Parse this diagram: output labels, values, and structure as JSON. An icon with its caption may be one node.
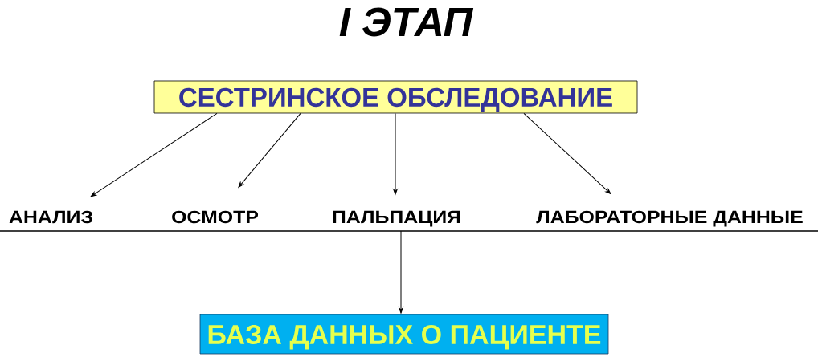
{
  "diagram": {
    "title": "I ЭТАП",
    "nodes": [
      {
        "text": [
          "СЕСТРИНСКОЕ ОБСЛЕДОВАНИЕ"
        ]
      },
      {
        "text": [
          "АНАЛИЗ"
        ]
      },
      {
        "text": [
          "ОСМОТР"
        ]
      },
      {
        "text": [
          "ПАЛЬПАЦИЯ"
        ]
      },
      {
        "text": [
          "ЛАБОРАТОРНЫЕ ДАННЫЕ"
        ]
      },
      {
        "text": [],
        "shape": "bar"
      },
      {
        "text": [
          "БАЗА ДАННЫХ О ПАЦИЕНТЕ"
        ]
      }
    ],
    "edges": [
      {
        "from": 0,
        "to": 1,
        "arrow": "to"
      },
      {
        "from": 0,
        "to": 2,
        "arrow": "to"
      },
      {
        "from": 0,
        "to": 3,
        "arrow": "to"
      },
      {
        "from": 0,
        "to": 4,
        "arrow": "to"
      },
      {
        "from": 5,
        "to": 6,
        "arrow": "to"
      }
    ]
  }
}
